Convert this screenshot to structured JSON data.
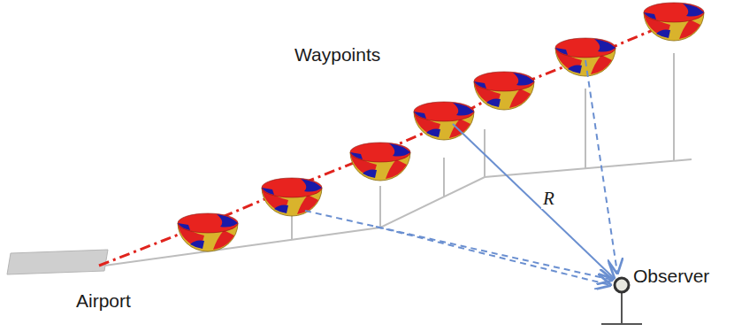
{
  "diagram": {
    "labels": [
      "Waypoints",
      "R",
      "Airport",
      "Observer"
    ]
  }
}
